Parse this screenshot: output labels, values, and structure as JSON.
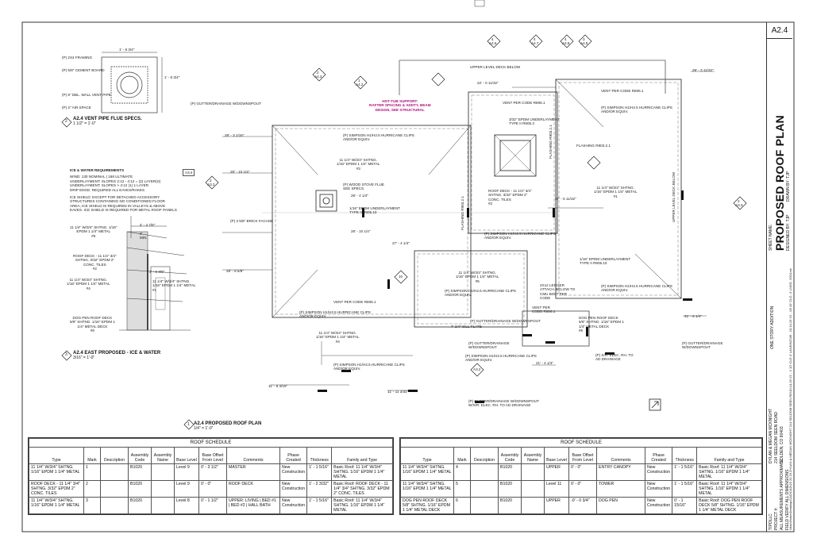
{
  "sheet_number": "A2.4",
  "sheet_name_label": "SHEET NAME:",
  "sheet_title": "PROPOSED ROOF PLAN",
  "designed_by": "DESIGNED BY: TJP",
  "drawn_by": "DRAWN BY: TJP",
  "project_desc": "ONE STORY ADDITION",
  "owner": [
    "DYLAN & MEGAN MCKNIGHT",
    "214 SEELDOM SEEN ROAD",
    "GOLDEN, CO 80403"
  ],
  "firm": [
    "TIPOLLC",
    "PROJECT #:",
    "ALL MEASUREMENTS APPROXIMATE",
    "FIELD VERIFY ALL DIMENSIONS"
  ],
  "file_path": "\\Mac\\Home\\Desktop\\CAD\\CAD\\23 20 23 DYLAN & MEGAN MCKNIGHT 214 SELDOM SEEN RD\\10.14.23 V2 - V 10' CLG 4' LANDING\\36 - 10.14.23 V2 - V8 10' CLG. 4' LNDG. 2024.rvt",
  "views": {
    "vent": {
      "num": "2",
      "title": "A2.4 VENT PIPE FLUE SPECS.",
      "scale": "1 1/2\" = 1'-0\""
    },
    "ice": {
      "num": "3",
      "title": "A2.4 EAST PROPOSED - ICE & WATER",
      "scale": "3/16\" = 1'-0\""
    },
    "roof": {
      "num": "1",
      "title": "A2.4 PROPOSED ROOF PLAN",
      "scale": "1/4\" = 1'-0\""
    }
  },
  "vent_notes": [
    "(P) 2X4 FRAMING",
    "(P) 5/8\" CEMENT BOARD",
    "(P) 8\" DBL. WALL VENT PIPE",
    "(P) 2\" AIR SPACE",
    "1' - 8 3/4\"",
    "1' - 8 3/4\""
  ],
  "ice_req": {
    "heading": "ICE & WATER REQUIREMENTS",
    "lines": [
      "WIND: 130 NOMINAL | 168 ULTIMATE",
      "UNDERLAYMENT: SLOPES 2:12 - 4:12 = (2) LAYER(S)",
      "UNDERLAYMENT: SLOPES > 4:12 (1) 1 LAYER",
      "DRIP EDGE: REQUIRED ALL EAVES/RAKES",
      "",
      "ICE SHIELD: EXCEPT FOR DETACHED ACCESSORY",
      "STRUCTURES CONTAINING NO CONDITIONED FLOOR",
      "AREA, ICE SHIELD IS REQUIRED IN VALLEYS & ABOVE",
      "EAVES. ICE SHIELD IS REQUIRED FOR METAL ROOF PANELS"
    ]
  },
  "ice_notes": [
    "11 1/4\" W/3/4\" SHTNG. 1/16\"\nEPDM 1 1/4\" METAL\n#5",
    "4' - 4 7/8\"",
    "2'\nMIN.",
    "ROOF DECK - 11 1/4\" 3/4\"\nSHTNG. 3/32\" EPDM 2\"\nCONC. TILES\n#2",
    "11 1/4\" W/3/4\" SHTNG.\n1/16\" EPDM 1 1/4\" METAL\n#4",
    "11 1/4\" W/3/4\" SHTNG.\n1/16\" EPDM 1 1/4\" METAL\n#1",
    "2' - 5 3/8\"",
    "DOG PEN ROOF DECK\n5/8\" SHTNG. 1/16\" EPDM 1\n1/4\" METAL DECK\n#6"
  ],
  "plan_notes": [
    "UPPER LEVEL DECK BELOW",
    "HOT-TUB SUPPORT:\nRAFTER SPACING & ADDT'L BEAM\nDESIGN, SEE STRUCTURAL",
    "(P) GUTTER/DRAINAGE W/DOWNSPOUT",
    "VENT PER CODE R806.1",
    "VENT PER CODE R806.1",
    "(P) SIMPSON H1/H2.5 HURRICANE CLIPS\nAND/OR EQUIV.",
    "(P) SIMPSON H1/H2.5 HURRICANE CLIPS\nAND/OR EQUIV.",
    "3/32\" EPDM UNDERLAYMENT\nTYPE II R905.3",
    "11 1/4\" W/3/4\" SHTNG.\n1/16\" EPDM 1 1/4\" METAL\n#3",
    "(P) WOOD STOVE FLUE\nSEE SPECS.",
    "FLASHING R903.2.1",
    "FLASHING R903.2.1",
    "FLASHING R903.2.1",
    "ROOF DECK - 11 1/4\" 3/4\"\nSHTNG. 3/32\" EPDM 2\"\nCONC. TILES\n#2",
    "11 1/4\" W/3/4\" SHTNG.\n1/16\" EPDM 1 1/4\" METAL\n#1",
    "1/16\" EPDM UNDERLAYMENT\nTYPE II R905.10",
    "1/16\" EPDM UNDERLAYMENT\nTYPE II R905.10",
    "(P) SIMPSON H1/H2.5 HURRICANE CLIPS\nAND/OR EQUIV.",
    "(P) 3 5/8\" BRICK FACADE",
    "11 1/4\" W/3/4\" SHTNG.\n1/16\" EPDM 1 1/4\" METAL\n#5",
    "(P) SIMPSON H1/H2.5 HURRICANE CLIPS\nAND/OR EQUIV.",
    "2X12 LEDGER\nATTACH. BELOW TO\nCMU BOLT PER\nCODE",
    "(P) SIMPSON H1/H2.5 HURRICANE CLIPS\nAND/OR EQUIV.",
    "VENT PER CODE R806.1",
    "VENT PER\nCODE R806.1",
    "(P) SIMPSON H1/H2.5 HURRICANE CLIPS\nAND/OR EQUIV.",
    "7' 1/4\" SILL PLATE",
    "DOG PEN ROOF DECK\n5/8\" SHTNG. 1/16\" EPDM 1\n1/4\" METAL DECK\n#6",
    "11 1/4\" W/3/4\" SHTNG.\n1/16\" EPDM 1 1/4\" METAL\n#4",
    "(P) GUTTER/DRAINAGE\nW/DOWNSPOUT",
    "(P) SIMPSON H1/H2.5 HURRICANE CLIPS\nAND/OR EQUIV.",
    "(P) SIMPSON H1/H2.5 HURRICANE CLIPS\nAND/OR EQUIV.",
    "(P) S/R. ELEC. RH. TO\nAD DRAINAGE",
    "(P) GUTTER/DRAINAGE\nW/DOWNSPOUT",
    "(P) GUTTER/DRAINAGE W/DOWNSPOUT\nW/S/R. ELEC. RH. TO AD DRAINAGE",
    "(P) GUTTER/DRAINAGE W/DOWNSPOUT",
    "UPPER LEVEL DECK BELOW",
    "28' - 3 11/32\"",
    "22' - 0 11/32\"",
    "28' - 3 1/16\"",
    "28' - 10 1/4\"",
    "28' - 4 1/4\"",
    "28' - 10 1/4\"",
    "28' - 8 5/8\"",
    "27' - 4 1/4\"",
    "27' - 5 11/32\"",
    "21' - 8 1/4\"",
    "21' - 4 1/4\"",
    "11' - 6 3/16\"",
    "11' - 11 3/32\"",
    "10"
  ],
  "schedule_left": {
    "caption": "ROOF SCHEDULE",
    "headers": [
      "Type",
      "Mark",
      "Description",
      "Assembly Code",
      "Assembly Name",
      "Base Level",
      "Base Offset From Level",
      "Comments",
      "Phase Created",
      "Thickness",
      "Family and Type"
    ],
    "rows": [
      [
        "11 1/4\" W/3/4\" SHTNG. 1/16\" EPDM 1 1/4\" METAL",
        "1",
        "",
        "B1020",
        "",
        "Level 9",
        "0' - 3 1/2\"",
        "MASTER",
        "New Construction",
        "1' - 1 5/16\"",
        "Basic Roof: 11 1/4\" W/3/4\" SHTNG. 1/16\" EPDM 1 1/4\" METAL"
      ],
      [
        "ROOF DECK - 11 1/4\" 3/4\" SHTNG. 3/32\" EPDM 2\" CONC. TILES",
        "2",
        "",
        "B1020",
        "",
        "Level 9",
        "0' - 0\"",
        "ROOF DECK",
        "New Construction",
        "1' - 2 3/32\"",
        "Basic Roof: ROOF DECK - 11 1/4\" 3/4\" SHTNG. 3/32\" EPDM 2\" CONC. TILES"
      ],
      [
        "11 1/4\" W/3/4\" SHTNG. 1/16\" EPDM 1 1/4\" METAL",
        "3",
        "",
        "B1020",
        "",
        "Level 8",
        "0' - 1 1/2\"",
        "UPPER: LIVING | BED #1 | BED #2 | HALL BATH",
        "New Construction",
        "1' - 1 5/16\"",
        "Basic Roof: 11 1/4\" W/3/4\" SHTNG. 1/16\" EPDM 1 1/4\" METAL"
      ]
    ]
  },
  "schedule_right": {
    "caption": "ROOF SCHEDULE",
    "headers": [
      "Type",
      "Mark",
      "Description",
      "Assembly Code",
      "Assembly Name",
      "Base Level",
      "Base Offset From Level",
      "Comments",
      "Phase Created",
      "Thickness",
      "Family and Type"
    ],
    "rows": [
      [
        "11 1/4\" W/3/4\" SHTNG. 1/16\" EPDM 1 1/4\" METAL",
        "4",
        "",
        "B1020",
        "",
        "UPPER",
        "0' - 0\"",
        "ENTRY CANOPY",
        "New Construction",
        "1' - 1 5/16\"",
        "Basic Roof: 11 1/4\" W/3/4\" SHTNG. 1/16\" EPDM 1 1/4\" METAL"
      ],
      [
        "11 1/4\" W/3/4\" SHTNG. 1/16\" EPDM 1 1/4\" METAL",
        "5",
        "",
        "B1020",
        "",
        "Level 11",
        "0' - 0\"",
        "TOWER",
        "New Construction",
        "1' - 1 5/16\"",
        "Basic Roof: 11 1/4\" W/3/4\" SHTNG. 1/16\" EPDM 1 1/4\" METAL"
      ],
      [
        "DOG PEN ROOF DECK 5/8\" SHTNG. 1/16\" EPDM 1 1/4\" METAL DECK",
        "6",
        "",
        "B1020",
        "",
        "UPPER",
        "-0' - 0 3/4\"",
        "DOG PEN",
        "New Construction",
        "0' - 1 15/16\"",
        "Basic Roof: DOG PEN ROOF DECK 5/8\" SHTNG. 1/16\" EPDM 1 1/4\" METAL DECK"
      ]
    ]
  },
  "tags": {
    "grid_a46": [
      "4",
      "A4.6"
    ],
    "grid_a45": [
      "3",
      "A4.5"
    ],
    "grid_a47": [
      "4",
      "A4.7"
    ],
    "grid_a48": [
      "4",
      "A4.8"
    ],
    "sec_a43": [
      "2",
      "A4.3"
    ],
    "sec_a42": [
      "1",
      "A4.2"
    ],
    "sec_a32": [
      "2",
      "A3.2"
    ],
    "sec_a33": [
      "2",
      "A3.3"
    ],
    "a34": "A3.4",
    "a32b": "A3.2"
  }
}
